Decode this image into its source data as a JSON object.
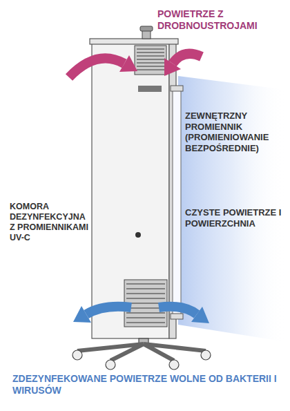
{
  "diagram": {
    "labels": [
      "POWIETRZE Z DROBNOUSTROJAMI",
      "ZEWNĘTRZNY PROMIENNIK (PROMIENIOWANIE BEZPOŚREDNIE)",
      "KOMORA DEZYNFEKCYJNA Z PROMIENNIKAMI UV-C",
      "CZYSTE POWIETRZE I POWIERZCHNIA",
      "ZDEZYNFEKOWANE POWIETRZE WOLNE OD BAKTERII I WIRUSÓW"
    ]
  }
}
